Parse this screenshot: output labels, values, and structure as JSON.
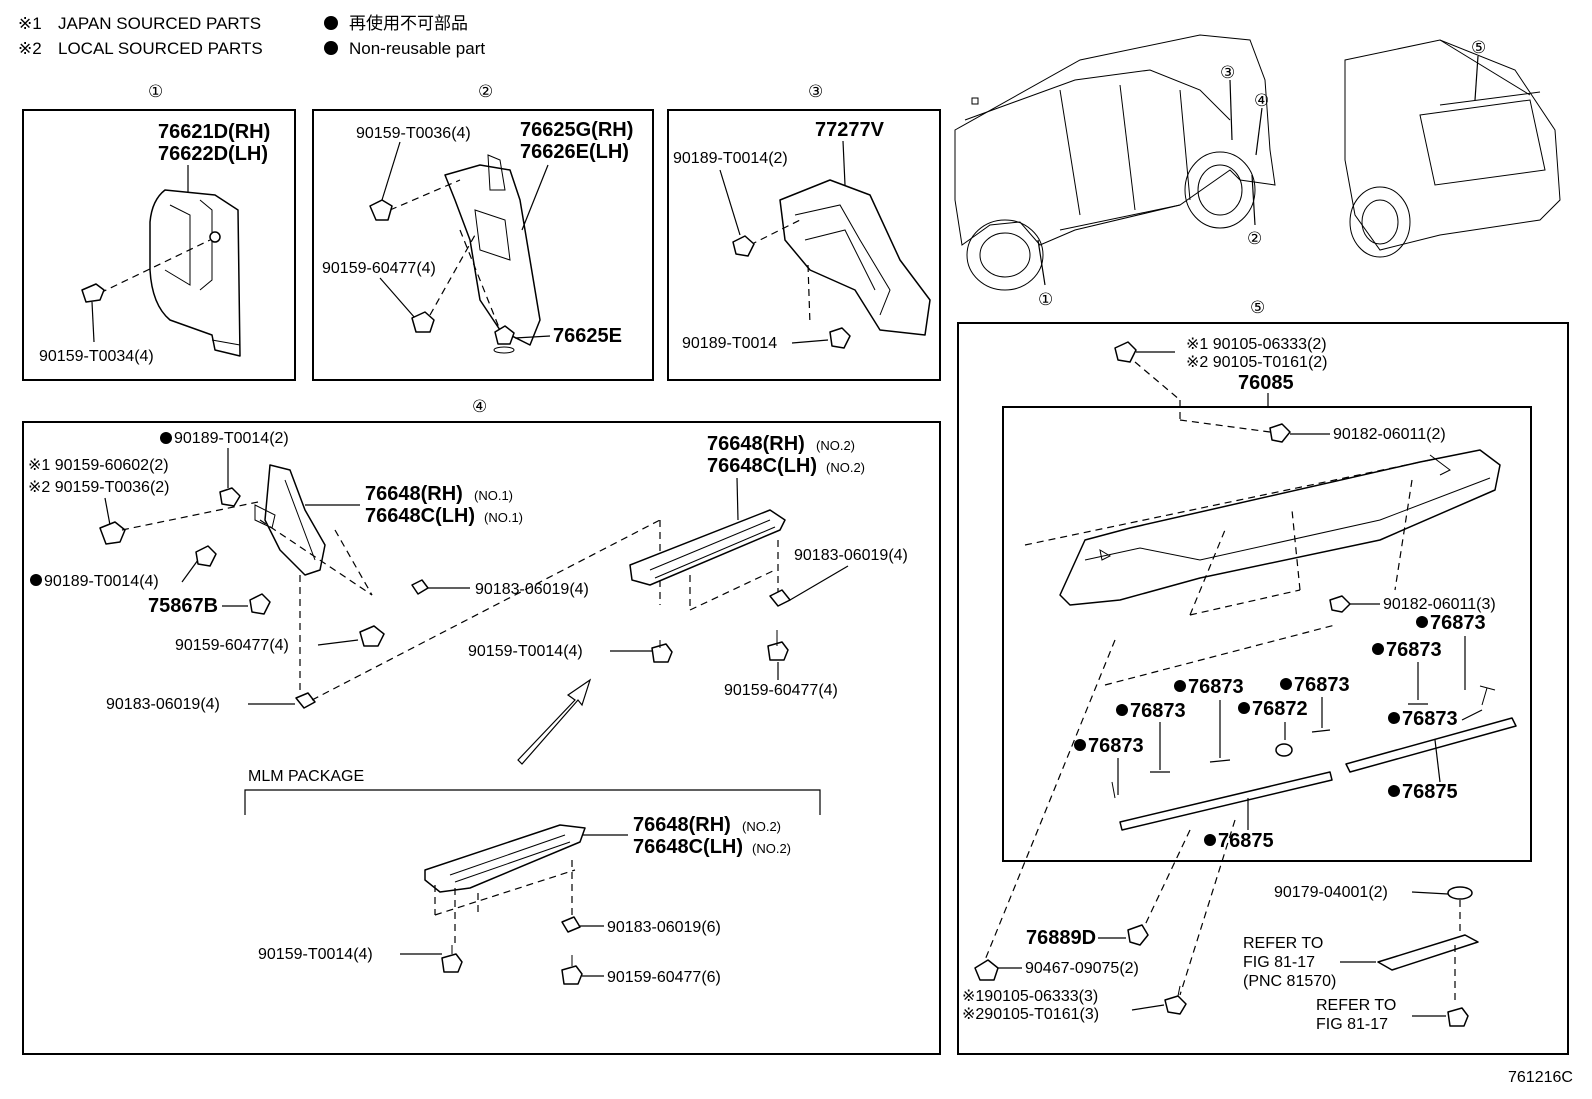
{
  "legend": {
    "japan_mark": "※1",
    "japan_text": "JAPAN SOURCED PARTS",
    "local_mark": "※2",
    "local_text": "LOCAL SOURCED PARTS",
    "nonreuse_jp": "再使用不可部品",
    "nonreuse_en": "Non-reusable part"
  },
  "section_markers": [
    "①",
    "②",
    "③",
    "④",
    "⑤"
  ],
  "panel1": {
    "part_rh": "76621D(RH)",
    "part_lh": "76622D(LH)",
    "bolt": "90159-T0034(4)"
  },
  "panel2": {
    "screw_top": "90159-T0036(4)",
    "part_rh": "76625G(RH)",
    "part_lh": "76626E(LH)",
    "screw_mid": "90159-60477(4)",
    "clip": "76625E"
  },
  "panel3": {
    "part": "77277V",
    "clip_top": "90189-T0014(2)",
    "clip_bottom": "90189-T0014"
  },
  "panel4": {
    "clip_top": "90189-T0014(2)",
    "bolt_jp": "※1 90159-60602(2)",
    "bolt_local": "※2 90159-T0036(2)",
    "cover_rh": "76648(RH)",
    "cover_rh_no": "(NO.1)",
    "cover_lh": "76648C(LH)",
    "cover_lh_no": "(NO.1)",
    "clip_left": "90189-T0014(4)",
    "nut_mid": "90183-06019(4)",
    "cap": "75867B",
    "screw_mid": "90159-60477(4)",
    "nut_bottom": "90183-06019(4)",
    "cover2_rh": "76648(RH)",
    "cover2_rh_no": "(NO.2)",
    "cover2_lh": "76648C(LH)",
    "cover2_lh_no": "(NO.2)",
    "nut_right": "90183-06019(4)",
    "screw_t0014": "90159-T0014(4)",
    "screw_right": "90159-60477(4)",
    "package": "MLM PACKAGE",
    "mlm_rh": "76648(RH)",
    "mlm_rh_no": "(NO.2)",
    "mlm_lh": "76648C(LH)",
    "mlm_lh_no": "(NO.2)",
    "mlm_screw_left": "90159-T0014(4)",
    "mlm_nut": "90183-06019(6)",
    "mlm_screw": "90159-60477(6)"
  },
  "panel5": {
    "bolt_jp": "※1 90105-06333(2)",
    "bolt_local": "※2 90105-T0161(2)",
    "spoiler": "76085",
    "nut_top": "90182-06011(2)",
    "nut_right": "90182-06011(3)",
    "pad": "76873",
    "pad_alt": "76872",
    "tape": "76875",
    "clip": "76889D",
    "grommet": "90467-09075(2)",
    "bolt2_jp": "※190105-06333(3)",
    "bolt2_local": "※290105-T0161(3)",
    "grommet2": "90179-04001(2)",
    "refer1_a": "REFER TO",
    "refer1_b": "FIG 81-17",
    "refer1_c": "(PNC 81570)",
    "refer2_a": "REFER TO",
    "refer2_b": "FIG 81-17"
  },
  "figure_code": "761216C"
}
